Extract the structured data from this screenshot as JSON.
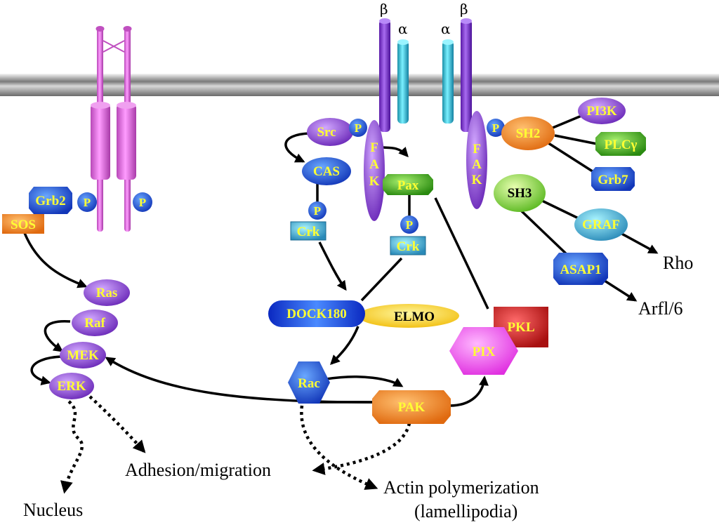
{
  "colors": {
    "membrane": "#a8a8a8",
    "receptor": "#e87ae8",
    "beta_integrin": "#8a3ad8",
    "alpha_integrin": "#35c4dc",
    "purple_node": "#9a50d8",
    "blue_node": "#1f4fe0",
    "green_node": "#4ca81c",
    "orange_node": "#f08a20",
    "teal_box": "#1aa0c8",
    "label_yellow": "#ffff33"
  },
  "integrins": {
    "beta_left": "β",
    "alpha_left": "α",
    "alpha_right": "α",
    "beta_right": "β"
  },
  "nodes": {
    "grb2": "Grb2",
    "sos": "SOS",
    "p_receptor_left": "P",
    "p_receptor_right": "P",
    "ras": "Ras",
    "raf": "Raf",
    "mek": "MEK",
    "erk": "ERK",
    "src": "Src",
    "p_src": "P",
    "fak_left": [
      "F",
      "A",
      "K"
    ],
    "fak_right": [
      "F",
      "A",
      "K"
    ],
    "cas": "CAS",
    "p_cas": "P",
    "crk_left": "Crk",
    "pax": "Pax",
    "p_pax": "P",
    "crk_right": "Crk",
    "dock180": "DOCK180",
    "elmo": "ELMO",
    "rac": "Rac",
    "pak": "PAK",
    "pix": "PIX",
    "pkl": "PKL",
    "p_fak_right": "P",
    "sh2": "SH2",
    "pi3k": "PI3K",
    "plcg": "PLCγ",
    "grb7": "Grb7",
    "sh3": "SH3",
    "graf": "GRAF",
    "asap1": "ASAP1"
  },
  "outputs": {
    "rho": "Rho",
    "arf": "Arfl/6",
    "adhesion": "Adhesion/migration",
    "actin_line1": "Actin polymerization",
    "actin_line2": "(lamellipodia)",
    "nucleus": "Nucleus"
  }
}
